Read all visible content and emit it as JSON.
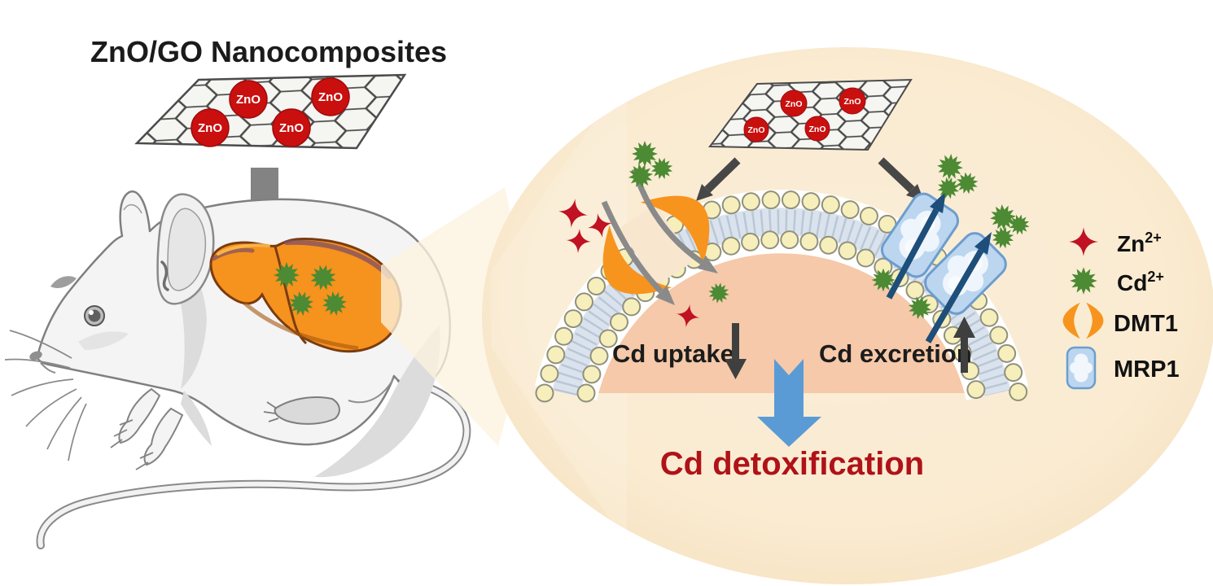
{
  "title": "ZnO/GO Nanocomposites",
  "nanosheet": {
    "particle_label": "ZnO"
  },
  "process": {
    "uptake_label": "Cd uptake",
    "excretion_label": "Cd excretion",
    "outcome_label": "Cd detoxification"
  },
  "legend": {
    "items": [
      {
        "icon": "zn-ion-star-icon",
        "label": "Zn",
        "sup": "2+"
      },
      {
        "icon": "cd-ion-star-icon",
        "label": "Cd",
        "sup": "2+"
      },
      {
        "icon": "dmt1-transporter-icon",
        "label": "DMT1",
        "sup": ""
      },
      {
        "icon": "mrp1-transporter-icon",
        "label": "MRP1",
        "sup": ""
      }
    ]
  },
  "colors": {
    "zno_particle_red": "#C9100F",
    "zn_ion_red": "#C01223",
    "cd_ion_green": "#4C8A33",
    "dmt1_orange": "#F7941E",
    "mrp1_blue": "#BCD6F0",
    "membrane_head_yellow": "#F6EFBC",
    "cell_interior_salmon": "#F5C9A9",
    "cytosol_ellipse_cream": "#FAECD2",
    "liver_orange": "#F6921E",
    "detox_arrow_blue": "#5B9BD5",
    "detox_text_red": "#B01217",
    "dark_arrow_gray": "#4A4A4A"
  }
}
